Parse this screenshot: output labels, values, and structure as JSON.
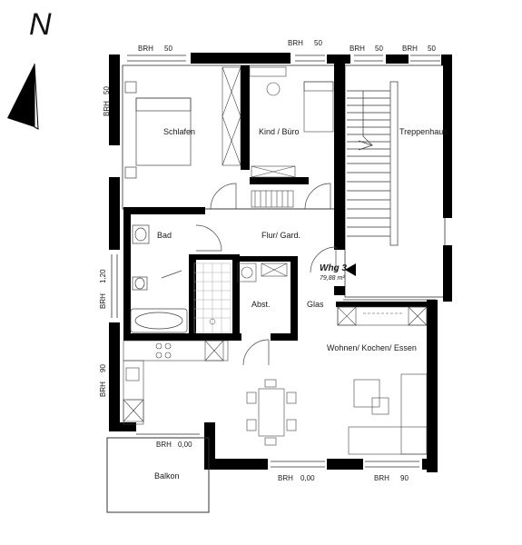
{
  "compass": {
    "letter": "N"
  },
  "rooms": {
    "schlafen": "Schlafen",
    "kind": "Kind / Büro",
    "treppenhaus": "Treppenhaus",
    "bad": "Bad",
    "flur": "Flur/ Gard.",
    "abst": "Abst.",
    "glas": "Glas",
    "wohnen": "Wohnen/ Kochen/ Essen",
    "balkon": "Balkon"
  },
  "unit": {
    "name": "Whg 3",
    "area": "79,88 m²"
  },
  "brh": {
    "label": "BRH",
    "top_1": "50",
    "top_2": "50",
    "top_3": "50",
    "top_4": "50",
    "left_1": "50",
    "left_2": "1,20",
    "left_3": "90",
    "balkon": "0,00",
    "bottom_1": "0,00",
    "bottom_2": "90"
  },
  "colors": {
    "wall": "#000000",
    "accent": "#1f4e8c",
    "line": "#333333"
  }
}
